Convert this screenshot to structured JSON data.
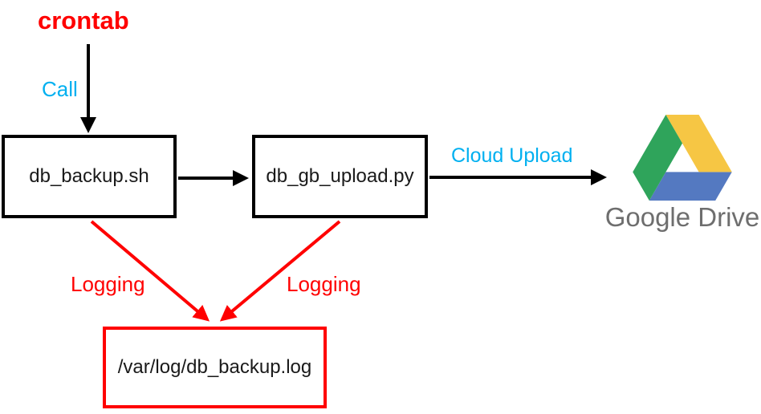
{
  "diagram": {
    "title": "crontab",
    "nodes": {
      "db_backup": {
        "label": "db_backup.sh"
      },
      "db_gb_upload": {
        "label": "db_gb_upload.py"
      },
      "log_file": {
        "label": "/var/log/db_backup.log"
      }
    },
    "edges": {
      "call": {
        "label": "Call"
      },
      "pipe": {
        "label": ""
      },
      "cloud_upload": {
        "label": "Cloud Upload"
      },
      "logging_left": {
        "label": "Logging"
      },
      "logging_right": {
        "label": "Logging"
      }
    },
    "google_drive": {
      "label": "Google Drive"
    },
    "colors": {
      "accent_red": "#ff0000",
      "accent_cyan": "#00b0f0",
      "node_border": "#000000",
      "arrow_black": "#000000",
      "drive_green": "#2fa45b",
      "drive_yellow": "#f6c644",
      "drive_blue": "#5479c1",
      "drive_text_gray": "#6e6e6e"
    }
  }
}
